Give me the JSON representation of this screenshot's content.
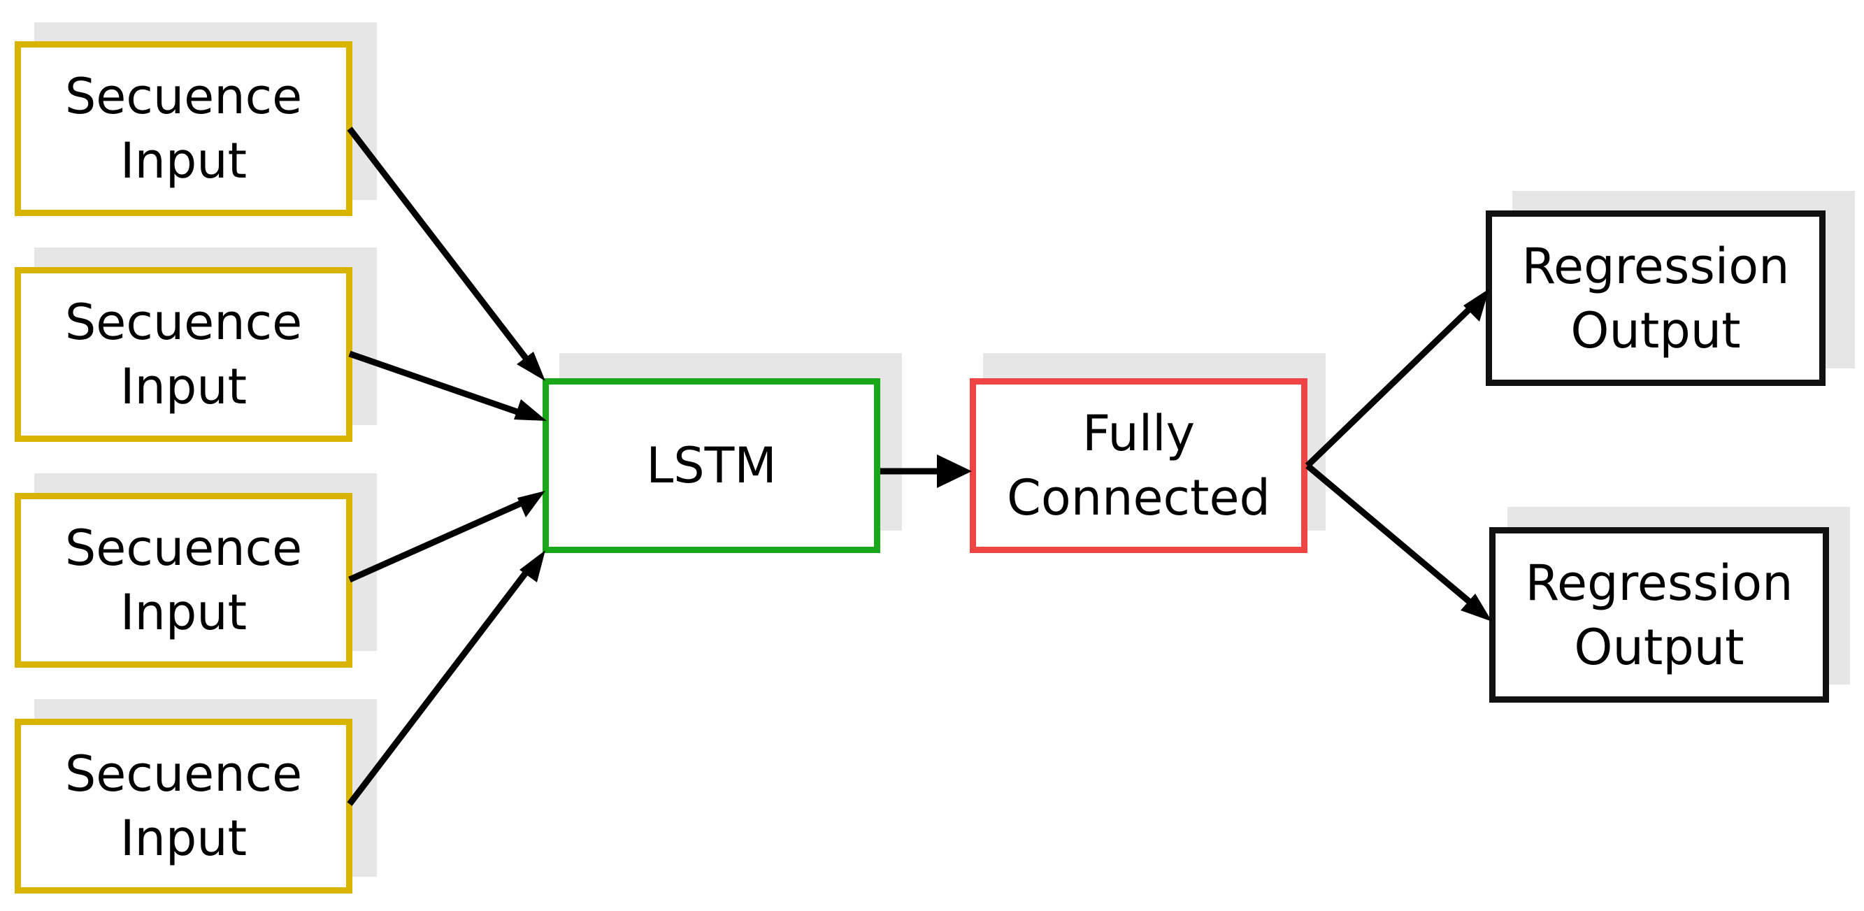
{
  "diagram": {
    "nodes": [
      {
        "id": "input-1",
        "label": "Secuence\nInput",
        "kind": "input"
      },
      {
        "id": "input-2",
        "label": "Secuence\nInput",
        "kind": "input"
      },
      {
        "id": "input-3",
        "label": "Secuence\nInput",
        "kind": "input"
      },
      {
        "id": "input-4",
        "label": "Secuence\nInput",
        "kind": "input"
      },
      {
        "id": "lstm",
        "label": "LSTM",
        "kind": "lstm"
      },
      {
        "id": "fully-connected",
        "label": "Fully\nConnected",
        "kind": "fc"
      },
      {
        "id": "output-1",
        "label": "Regression\nOutput",
        "kind": "output"
      },
      {
        "id": "output-2",
        "label": "Regression\nOutput",
        "kind": "output"
      }
    ],
    "edges": [
      {
        "from": "input-1",
        "to": "lstm"
      },
      {
        "from": "input-2",
        "to": "lstm"
      },
      {
        "from": "input-3",
        "to": "lstm"
      },
      {
        "from": "input-4",
        "to": "lstm"
      },
      {
        "from": "lstm",
        "to": "fully-connected"
      },
      {
        "from": "fully-connected",
        "to": "output-1"
      },
      {
        "from": "fully-connected",
        "to": "output-2"
      }
    ],
    "colors": {
      "input_border": "#d8b400",
      "lstm_border": "#1aa81a",
      "fc_border": "#ef4444",
      "output_border": "#111111",
      "edge": "#000000",
      "shadow": "#e6e6e6"
    }
  }
}
